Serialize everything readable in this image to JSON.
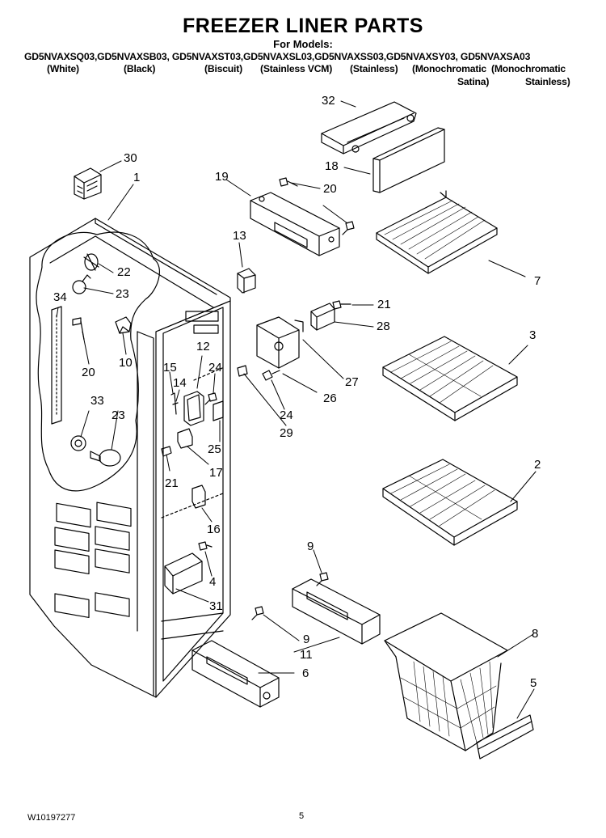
{
  "title": "FREEZER LINER PARTS",
  "subtitle": "For Models:",
  "models_line": "GD5NVAXSQ03,GD5NVAXSB03, GD5NVAXST03,GD5NVAXSL03,GD5NVAXSS03,GD5NVAXSY03, GD5NVAXSA03",
  "finishes": [
    "(White)",
    "(Black)",
    "(Biscuit)",
    "(Stainless VCM)",
    "(Stainless)",
    "(Monochromatic",
    "(Monochromatic",
    "Satina)",
    "Stainless)"
  ],
  "part_labels": [
    "32",
    "18",
    "30",
    "1",
    "19",
    "20",
    "13",
    "7",
    "22",
    "23",
    "34",
    "21",
    "28",
    "10",
    "3",
    "12",
    "20",
    "15",
    "14",
    "24",
    "27",
    "26",
    "24",
    "33",
    "23",
    "29",
    "25",
    "17",
    "21",
    "2",
    "16",
    "9",
    "4",
    "31",
    "8",
    "9",
    "11",
    "6",
    "5"
  ],
  "footer": {
    "doc_number": "W10197277",
    "page": "5"
  }
}
